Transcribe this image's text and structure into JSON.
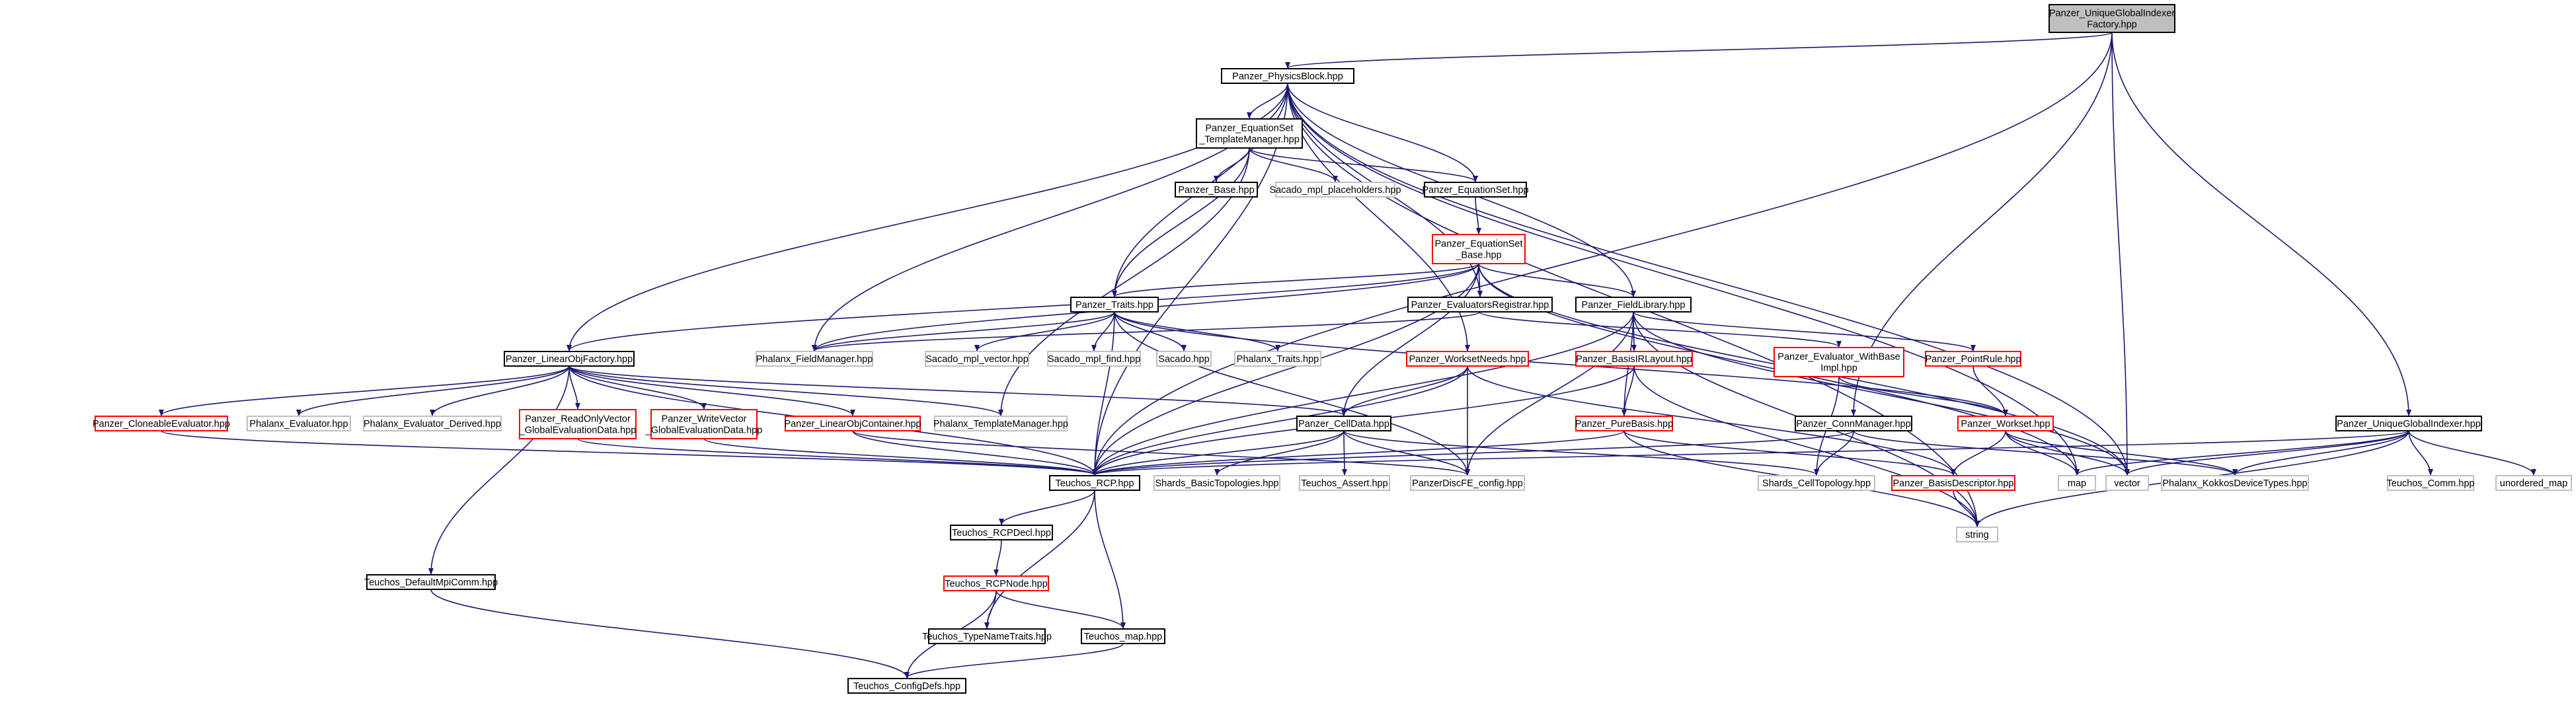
{
  "colors": {
    "edge": "#191970",
    "arrow": "#191970",
    "box_black": "#000000",
    "box_red": "#ff0000",
    "box_gray": "#bfbfbf",
    "root_fill": "#bfbfbf",
    "text": "#000000"
  },
  "nodes": [
    {
      "id": "root",
      "lines": [
        "Panzer_UniqueGlobalIndexer",
        "Factory.hpp"
      ],
      "style": "root"
    },
    {
      "id": "physicsblock",
      "lines": [
        "Panzer_PhysicsBlock.hpp"
      ],
      "style": "black"
    },
    {
      "id": "eqset_tm",
      "lines": [
        "Panzer_EquationSet",
        "_TemplateManager.hpp"
      ],
      "style": "black"
    },
    {
      "id": "base",
      "lines": [
        "Panzer_Base.hpp"
      ],
      "style": "black"
    },
    {
      "id": "sacado_mpl_ph",
      "lines": [
        "Sacado_mpl_placeholders.hpp"
      ],
      "style": "gray"
    },
    {
      "id": "eqset",
      "lines": [
        "Panzer_EquationSet.hpp"
      ],
      "style": "black"
    },
    {
      "id": "eqset_base",
      "lines": [
        "Panzer_EquationSet",
        "_Base.hpp"
      ],
      "style": "red"
    },
    {
      "id": "traits",
      "lines": [
        "Panzer_Traits.hpp"
      ],
      "style": "black"
    },
    {
      "id": "evalreg",
      "lines": [
        "Panzer_EvaluatorsRegistrar.hpp"
      ],
      "style": "black"
    },
    {
      "id": "fieldlib",
      "lines": [
        "Panzer_FieldLibrary.hpp"
      ],
      "style": "black"
    },
    {
      "id": "phalanx_fm",
      "lines": [
        "Phalanx_FieldManager.hpp"
      ],
      "style": "gray"
    },
    {
      "id": "sacado_vec",
      "lines": [
        "Sacado_mpl_vector.hpp"
      ],
      "style": "gray"
    },
    {
      "id": "sacado_find",
      "lines": [
        "Sacado_mpl_find.hpp"
      ],
      "style": "gray"
    },
    {
      "id": "sacado",
      "lines": [
        "Sacado.hpp"
      ],
      "style": "gray"
    },
    {
      "id": "phalanx_traits",
      "lines": [
        "Phalanx_Traits.hpp"
      ],
      "style": "gray"
    },
    {
      "id": "wsneeds",
      "lines": [
        "Panzer_WorksetNeeds.hpp"
      ],
      "style": "red"
    },
    {
      "id": "eval_wb",
      "lines": [
        "Panzer_Evaluator_WithBase",
        "Impl.hpp"
      ],
      "style": "red"
    },
    {
      "id": "pointrule",
      "lines": [
        "Panzer_PointRule.hpp"
      ],
      "style": "red"
    },
    {
      "id": "basisirl",
      "lines": [
        "Panzer_BasisIRLayout.hpp"
      ],
      "style": "red"
    },
    {
      "id": "loff",
      "lines": [
        "Panzer_LinearObjFactory.hpp"
      ],
      "style": "black"
    },
    {
      "id": "cloneable",
      "lines": [
        "Panzer_CloneableEvaluator.hpp"
      ],
      "style": "red"
    },
    {
      "id": "ph_eval",
      "lines": [
        "Phalanx_Evaluator.hpp"
      ],
      "style": "gray"
    },
    {
      "id": "ph_eval_der",
      "lines": [
        "Phalanx_Evaluator_Derived.hpp"
      ],
      "style": "gray"
    },
    {
      "id": "rovec",
      "lines": [
        "Panzer_ReadOnlyVector",
        "_GlobalEvaluationData.hpp"
      ],
      "style": "red"
    },
    {
      "id": "wvec",
      "lines": [
        "Panzer_WriteVector",
        "_GlobalEvaluationData.hpp"
      ],
      "style": "red"
    },
    {
      "id": "loc",
      "lines": [
        "Panzer_LinearObjContainer.hpp"
      ],
      "style": "red"
    },
    {
      "id": "ph_tm",
      "lines": [
        "Phalanx_TemplateManager.hpp"
      ],
      "style": "gray"
    },
    {
      "id": "celldata",
      "lines": [
        "Panzer_CellData.hpp"
      ],
      "style": "black"
    },
    {
      "id": "purebasis",
      "lines": [
        "Panzer_PureBasis.hpp"
      ],
      "style": "red"
    },
    {
      "id": "connmgr",
      "lines": [
        "Panzer_ConnManager.hpp"
      ],
      "style": "black"
    },
    {
      "id": "workset",
      "lines": [
        "Panzer_Workset.hpp"
      ],
      "style": "red"
    },
    {
      "id": "ugi",
      "lines": [
        "Panzer_UniqueGlobalIndexer.hpp"
      ],
      "style": "black"
    },
    {
      "id": "rcp",
      "lines": [
        "Teuchos_RCP.hpp"
      ],
      "style": "black"
    },
    {
      "id": "shards_bt",
      "lines": [
        "Shards_BasicTopologies.hpp"
      ],
      "style": "gray"
    },
    {
      "id": "t_assert",
      "lines": [
        "Teuchos_Assert.hpp"
      ],
      "style": "gray"
    },
    {
      "id": "discfe",
      "lines": [
        "PanzerDiscFE_config.hpp"
      ],
      "style": "gray"
    },
    {
      "id": "shards_ct",
      "lines": [
        "Shards_CellTopology.hpp"
      ],
      "style": "gray"
    },
    {
      "id": "basisdesc",
      "lines": [
        "Panzer_BasisDescriptor.hpp"
      ],
      "style": "red"
    },
    {
      "id": "map",
      "lines": [
        "map"
      ],
      "style": "gray"
    },
    {
      "id": "vector",
      "lines": [
        "vector"
      ],
      "style": "gray"
    },
    {
      "id": "kokkos",
      "lines": [
        "Phalanx_KokkosDeviceTypes.hpp"
      ],
      "style": "gray"
    },
    {
      "id": "t_comm",
      "lines": [
        "Teuchos_Comm.hpp"
      ],
      "style": "gray"
    },
    {
      "id": "umap",
      "lines": [
        "unordered_map"
      ],
      "style": "gray"
    },
    {
      "id": "string",
      "lines": [
        "string"
      ],
      "style": "gray"
    },
    {
      "id": "rcpdecl",
      "lines": [
        "Teuchos_RCPDecl.hpp"
      ],
      "style": "black"
    },
    {
      "id": "rcpnode",
      "lines": [
        "Teuchos_RCPNode.hpp"
      ],
      "style": "red"
    },
    {
      "id": "tnt",
      "lines": [
        "Teuchos_TypeNameTraits.hpp"
      ],
      "style": "black"
    },
    {
      "id": "tmap",
      "lines": [
        "Teuchos_map.hpp"
      ],
      "style": "black"
    },
    {
      "id": "dmc",
      "lines": [
        "Teuchos_DefaultMpiComm.hpp"
      ],
      "style": "black"
    },
    {
      "id": "configdefs",
      "lines": [
        "Teuchos_ConfigDefs.hpp"
      ],
      "style": "black"
    }
  ],
  "edges": [
    [
      "root",
      "physicsblock"
    ],
    [
      "root",
      "ugi"
    ],
    [
      "root",
      "rcp"
    ],
    [
      "root",
      "vector"
    ],
    [
      "root",
      "connmgr"
    ],
    [
      "physicsblock",
      "eqset_tm"
    ],
    [
      "physicsblock",
      "eqset"
    ],
    [
      "physicsblock",
      "traits"
    ],
    [
      "physicsblock",
      "fieldlib"
    ],
    [
      "physicsblock",
      "evalreg"
    ],
    [
      "physicsblock",
      "phalanx_fm"
    ],
    [
      "physicsblock",
      "loff"
    ],
    [
      "physicsblock",
      "wsneeds"
    ],
    [
      "physicsblock",
      "rcp"
    ],
    [
      "physicsblock",
      "map"
    ],
    [
      "physicsblock",
      "vector"
    ],
    [
      "physicsblock",
      "string"
    ],
    [
      "eqset_tm",
      "base"
    ],
    [
      "eqset_tm",
      "sacado_mpl_ph"
    ],
    [
      "eqset_tm",
      "eqset"
    ],
    [
      "eqset_tm",
      "traits"
    ],
    [
      "eqset_tm",
      "ph_tm"
    ],
    [
      "eqset",
      "eqset_base"
    ],
    [
      "eqset_base",
      "traits"
    ],
    [
      "eqset_base",
      "evalreg"
    ],
    [
      "eqset_base",
      "fieldlib"
    ],
    [
      "eqset_base",
      "phalanx_fm"
    ],
    [
      "eqset_base",
      "loff"
    ],
    [
      "eqset_base",
      "celldata"
    ],
    [
      "eqset_base",
      "map"
    ],
    [
      "eqset_base",
      "vector"
    ],
    [
      "eqset_base",
      "rcp"
    ],
    [
      "traits",
      "phalanx_fm"
    ],
    [
      "traits",
      "sacado_vec"
    ],
    [
      "traits",
      "sacado_find"
    ],
    [
      "traits",
      "sacado"
    ],
    [
      "traits",
      "phalanx_traits"
    ],
    [
      "traits",
      "discfe"
    ],
    [
      "traits",
      "rcp"
    ],
    [
      "traits",
      "workset"
    ],
    [
      "evalreg",
      "phalanx_fm"
    ],
    [
      "evalreg",
      "eval_wb"
    ],
    [
      "fieldlib",
      "basisirl"
    ],
    [
      "fieldlib",
      "pointrule"
    ],
    [
      "fieldlib",
      "purebasis"
    ],
    [
      "fieldlib",
      "discfe"
    ],
    [
      "fieldlib",
      "rcp"
    ],
    [
      "fieldlib",
      "string"
    ],
    [
      "fieldlib",
      "vector"
    ],
    [
      "wsneeds",
      "celldata"
    ],
    [
      "wsneeds",
      "discfe"
    ],
    [
      "wsneeds",
      "rcp"
    ],
    [
      "wsneeds",
      "basisdesc"
    ],
    [
      "eval_wb",
      "workset"
    ],
    [
      "eval_wb",
      "shards_ct"
    ],
    [
      "pointrule",
      "workset"
    ],
    [
      "basisirl",
      "purebasis"
    ],
    [
      "basisirl",
      "rcp"
    ],
    [
      "basisirl",
      "string"
    ],
    [
      "loff",
      "cloneable"
    ],
    [
      "loff",
      "ph_eval"
    ],
    [
      "loff",
      "ph_eval_der"
    ],
    [
      "loff",
      "rovec"
    ],
    [
      "loff",
      "wvec"
    ],
    [
      "loff",
      "loc"
    ],
    [
      "loff",
      "ph_tm"
    ],
    [
      "loff",
      "celldata"
    ],
    [
      "loff",
      "rcp"
    ],
    [
      "loff",
      "dmc"
    ],
    [
      "cloneable",
      "rcp"
    ],
    [
      "rovec",
      "rcp"
    ],
    [
      "wvec",
      "rcp"
    ],
    [
      "loc",
      "rcp"
    ],
    [
      "loc",
      "discfe"
    ],
    [
      "celldata",
      "shards_bt"
    ],
    [
      "celldata",
      "t_assert"
    ],
    [
      "celldata",
      "discfe"
    ],
    [
      "celldata",
      "shards_ct"
    ],
    [
      "celldata",
      "rcp"
    ],
    [
      "purebasis",
      "basisdesc"
    ],
    [
      "purebasis",
      "rcp"
    ],
    [
      "purebasis",
      "string"
    ],
    [
      "connmgr",
      "shards_ct"
    ],
    [
      "connmgr",
      "rcp"
    ],
    [
      "connmgr",
      "kokkos"
    ],
    [
      "workset",
      "basisdesc"
    ],
    [
      "workset",
      "map"
    ],
    [
      "workset",
      "vector"
    ],
    [
      "workset",
      "kokkos"
    ],
    [
      "basisdesc",
      "string"
    ],
    [
      "ugi",
      "rcp"
    ],
    [
      "ugi",
      "vector"
    ],
    [
      "ugi",
      "kokkos"
    ],
    [
      "ugi",
      "t_comm"
    ],
    [
      "ugi",
      "umap"
    ],
    [
      "ugi",
      "string"
    ],
    [
      "ugi",
      "map"
    ],
    [
      "rcp",
      "rcpdecl"
    ],
    [
      "rcp",
      "tnt"
    ],
    [
      "rcp",
      "tmap"
    ],
    [
      "rcpdecl",
      "rcpnode"
    ],
    [
      "rcpnode",
      "tnt"
    ],
    [
      "rcpnode",
      "configdefs"
    ],
    [
      "rcpnode",
      "tmap"
    ],
    [
      "tmap",
      "configdefs"
    ],
    [
      "dmc",
      "configdefs"
    ]
  ]
}
